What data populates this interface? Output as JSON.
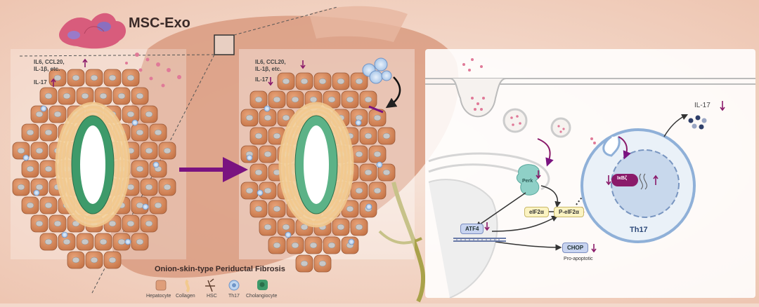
{
  "title": "MSC-Exo",
  "left_panel": {
    "cytokines_line1": "IL6, CCL20,",
    "cytokines_line2": "IL-1β, etc.",
    "il17": "IL-17"
  },
  "middle_panel": {
    "cytokines_line1": "IL6, CCL20,",
    "cytokines_line2": "IL-1β, etc.",
    "il17": "IL-17"
  },
  "fibrosis_title": "Onion-skin-type Periductal Fibrosis",
  "legend": [
    {
      "label": "Hepatocyte"
    },
    {
      "label": "Collagen"
    },
    {
      "label": "HSC"
    },
    {
      "label": "Th17"
    },
    {
      "label": "Cholangiocyte"
    }
  ],
  "pathway": {
    "il17_label": "IL-17",
    "perk": "Perk",
    "eif2a": "eIF2α",
    "peif2a": "P-eIF2α",
    "atf4": "ATF4",
    "chop": "CHOP",
    "pro_apoptotic": "Pro-apoptotic",
    "ikbz": "IκBζ",
    "th17": "Th17"
  },
  "colors": {
    "arrow_down": "#8a1a6a",
    "arrow_up": "#8a1a6a",
    "hepatocyte": "#d98a5e",
    "cholangiocyte": "#3e9a6a",
    "collagen": "#f2c98e"
  }
}
